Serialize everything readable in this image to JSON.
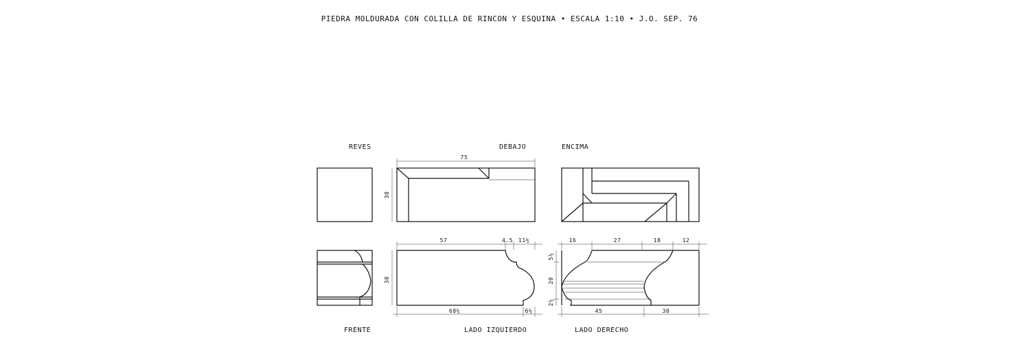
{
  "title": "PIEDRA MOLDURADA CON COLILLA DE RINCON Y ESQUINA  •  ESCALA 1:10  •  J.O.  SEP. 76",
  "views": {
    "reves": "REVES",
    "debajo": "DEBAJO",
    "encima": "ENCIMA",
    "frente": "FRENTE",
    "lado_izquierdo": "LADO IZQUIERDO",
    "lado_derecho": "LADO DERECHO"
  },
  "dimensions": {
    "debajo_width": "75",
    "debajo_height": "30",
    "izq_height": "30",
    "izq_top_1": "57",
    "izq_top_2": "4.5",
    "izq_top_3": "11½",
    "izq_bottom_1": "68½",
    "izq_bottom_2": "6½",
    "der_top_1": "16",
    "der_top_2": "27",
    "der_top_3": "18",
    "der_top_4": "12",
    "der_side_1": "5½",
    "der_side_2": "20",
    "der_side_3": "2½",
    "der_bottom_1": "45",
    "der_bottom_2": "30"
  }
}
